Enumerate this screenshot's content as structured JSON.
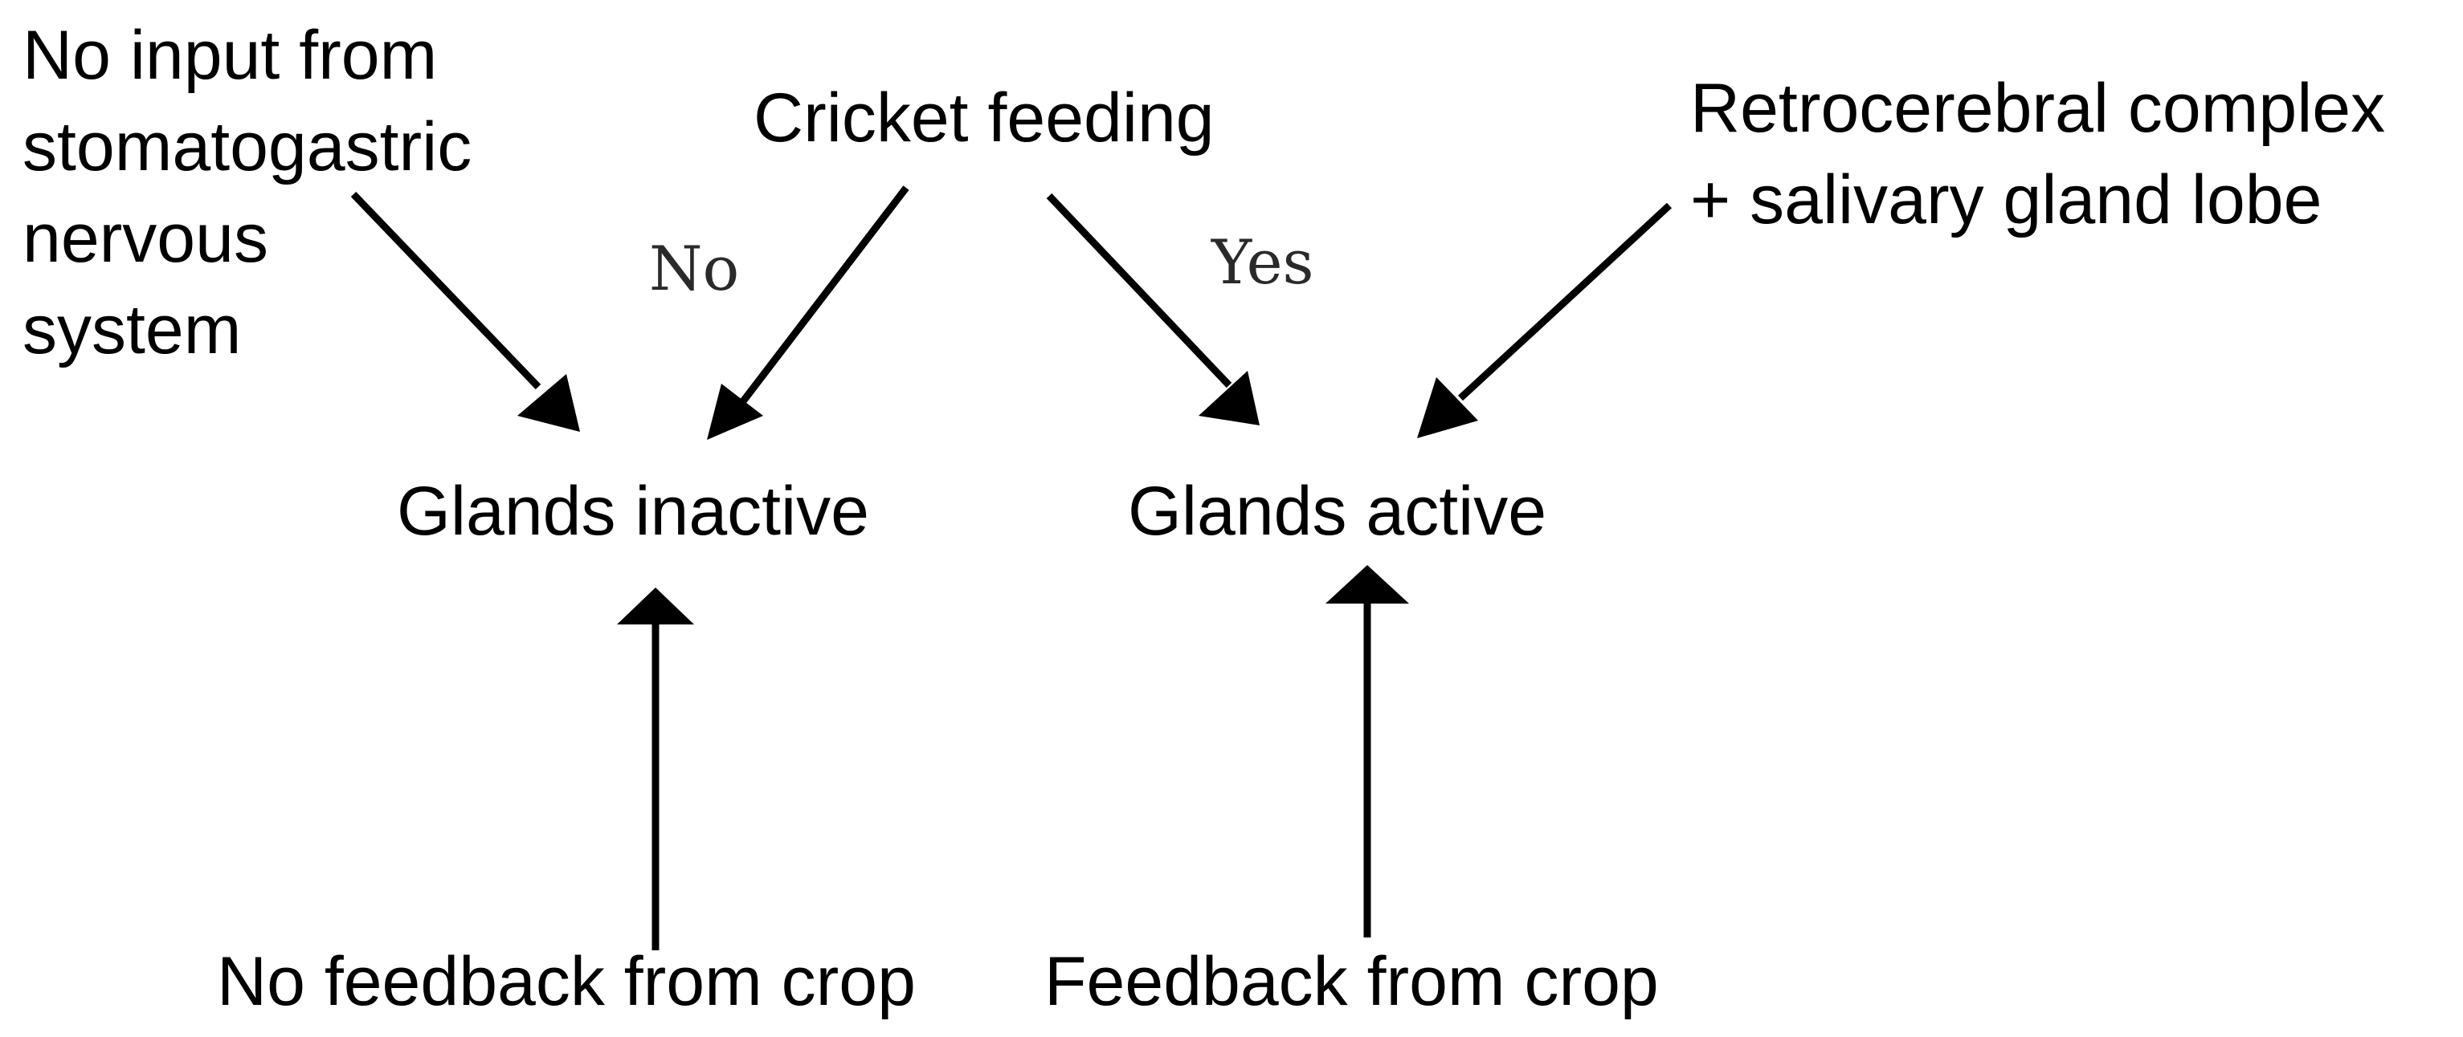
{
  "nodes": {
    "no_input": {
      "lines": [
        "No input from",
        "stomatogastric",
        "nervous",
        "system"
      ]
    },
    "cricket_feeding": {
      "text": "Cricket feeding"
    },
    "retrocerebral": {
      "lines": [
        "Retrocerebral complex",
        "+ salivary gland lobe"
      ]
    },
    "glands_inactive": {
      "text": "Glands inactive"
    },
    "glands_active": {
      "text": "Glands active"
    },
    "no_feedback": {
      "text": "No feedback from crop"
    },
    "feedback": {
      "text": "Feedback from crop"
    }
  },
  "edge_labels": {
    "no": "No",
    "yes": "Yes"
  },
  "edges": [
    {
      "from": "no_input",
      "to": "glands_inactive"
    },
    {
      "from": "cricket_feeding",
      "to": "glands_inactive",
      "label": "no"
    },
    {
      "from": "cricket_feeding",
      "to": "glands_active",
      "label": "yes"
    },
    {
      "from": "retrocerebral",
      "to": "glands_active"
    },
    {
      "from": "no_feedback",
      "to": "glands_inactive"
    },
    {
      "from": "feedback",
      "to": "glands_active"
    }
  ],
  "colors": {
    "ink": "#000000",
    "label_ink": "#2a2a2a",
    "background": "#ffffff"
  }
}
